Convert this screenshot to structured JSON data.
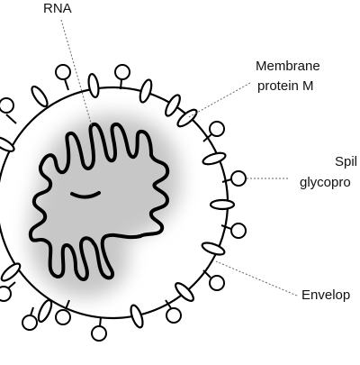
{
  "diagram": {
    "labels": {
      "rna": "RNA",
      "membrane_line1": "Membrane",
      "membrane_line2": "protein M",
      "spike_line1": "Spil",
      "spike_line2": "glycopro",
      "envelope": "Envelop"
    },
    "colors": {
      "stroke": "#000000",
      "glow": "#9a9a9a",
      "leader": "#666666",
      "text": "#111111"
    },
    "icons": [
      "spike-glycoprotein-icon",
      "membrane-protein-icon",
      "rna-strand-icon"
    ]
  }
}
